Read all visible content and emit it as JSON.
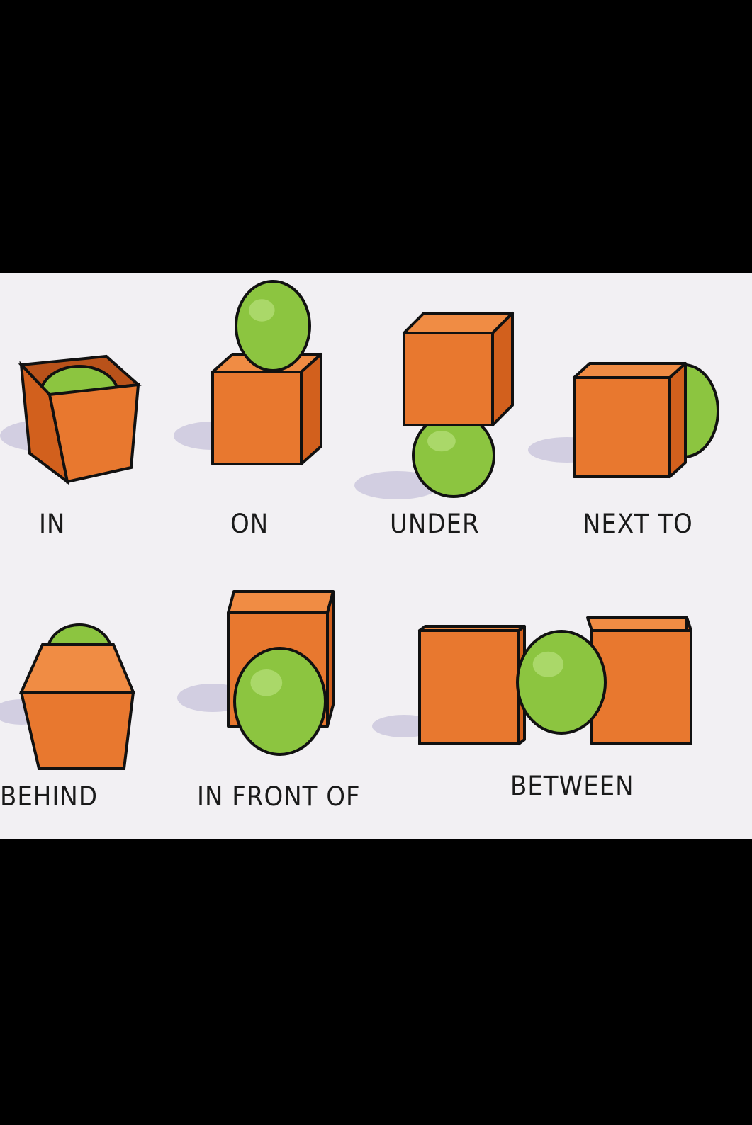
{
  "labels": {
    "in": "IN",
    "on": "ON",
    "under": "UNDER",
    "next_to": "NEXT TO",
    "behind": "BEHIND",
    "in_front_of": "IN FRONT OF",
    "between": "BETWEEN"
  },
  "colors": {
    "box_front": "#e8782f",
    "box_side": "#d2601d",
    "box_top": "#f08c44",
    "ball": "#8cc540",
    "ball_highlight": "#b6df7a",
    "shadow": "#c9c6dc",
    "outline": "#111111"
  }
}
